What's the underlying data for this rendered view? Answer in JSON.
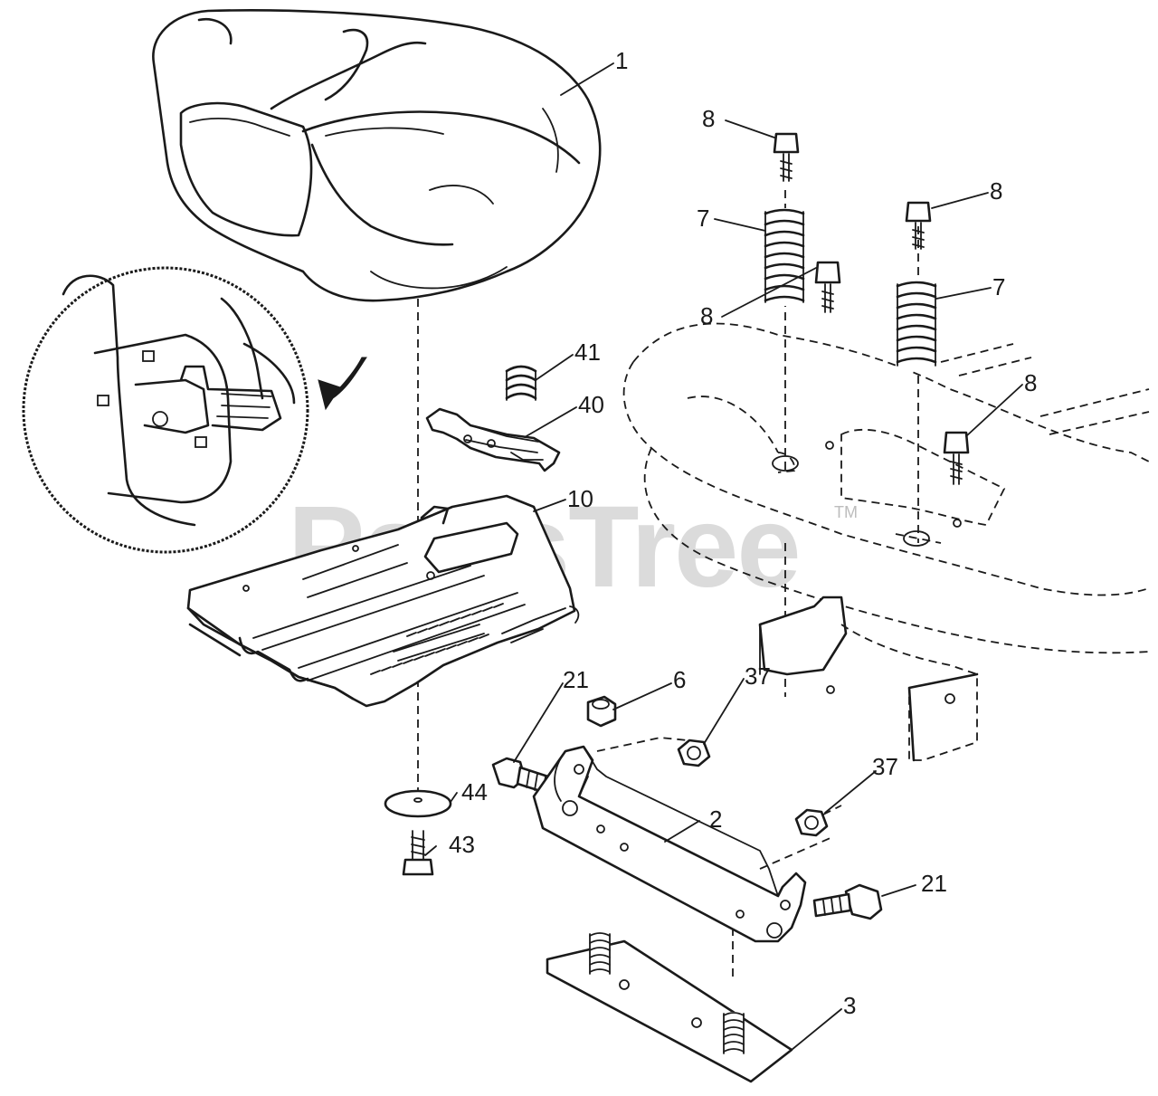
{
  "watermark": {
    "text": "PartsTree",
    "mark": "TM"
  },
  "callouts": [
    {
      "id": "seat",
      "label": "1"
    },
    {
      "id": "bolt-top-left",
      "label": "8"
    },
    {
      "id": "bolt-top-right",
      "label": "8"
    },
    {
      "id": "spring-left",
      "label": "7"
    },
    {
      "id": "spring-right",
      "label": "7"
    },
    {
      "id": "bolt-mid-left",
      "label": "8"
    },
    {
      "id": "bolt-mid-right",
      "label": "8"
    },
    {
      "id": "small-spring",
      "label": "41"
    },
    {
      "id": "latch-plate",
      "label": "40"
    },
    {
      "id": "seat-pan",
      "label": "10"
    },
    {
      "id": "bolt-21-upper",
      "label": "21"
    },
    {
      "id": "nut-6",
      "label": "6"
    },
    {
      "id": "nut-37-upper",
      "label": "37"
    },
    {
      "id": "nut-37-lower",
      "label": "37"
    },
    {
      "id": "washer-44",
      "label": "44"
    },
    {
      "id": "bolt-43",
      "label": "43"
    },
    {
      "id": "bracket-2",
      "label": "2"
    },
    {
      "id": "bolt-21-lower",
      "label": "21"
    },
    {
      "id": "base-plate-3",
      "label": "3"
    }
  ]
}
